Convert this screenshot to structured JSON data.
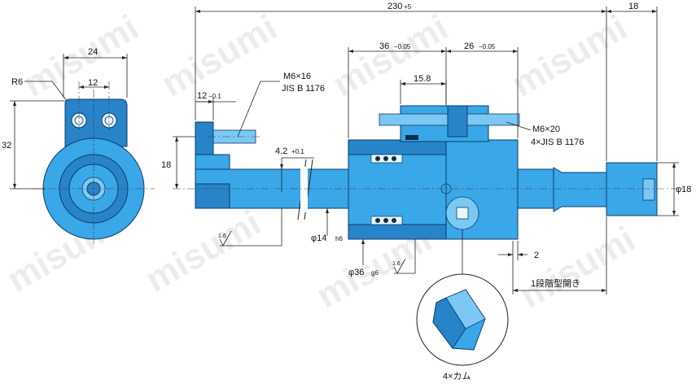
{
  "watermark": "misumi",
  "dimensions": {
    "overall_length": "230",
    "overall_length_tol": "+5",
    "right_end": "18",
    "side_width": "24",
    "side_radius": "R6",
    "side_hole_pitch": "12",
    "side_height": "32",
    "left_height": "18",
    "body_left_len": "36",
    "body_left_tol": "−0.05",
    "body_right_len": "26",
    "body_right_tol": "−0.05",
    "key_len": "15.8",
    "left_step": "12",
    "left_step_tol": "−0.1",
    "screw_left_1": "M6×16",
    "screw_left_2": "JIS B 1176",
    "offset": "4.2",
    "offset_tol": "+0.1",
    "screw_right_1": "M6×20",
    "screw_right_2": "4×JIS B 1176",
    "rod_dia": "φ18",
    "shaft_dia": "φ14",
    "shaft_fit": "h6",
    "body_dia": "φ36",
    "body_fit": "g6",
    "gap": "2",
    "step_note": "1段階型開き",
    "roughness": "1.6",
    "cam_label": "4×カム"
  },
  "colors": {
    "part": "#39a7e8",
    "part_dark": "#2784c9",
    "outline": "#0d3d66"
  }
}
